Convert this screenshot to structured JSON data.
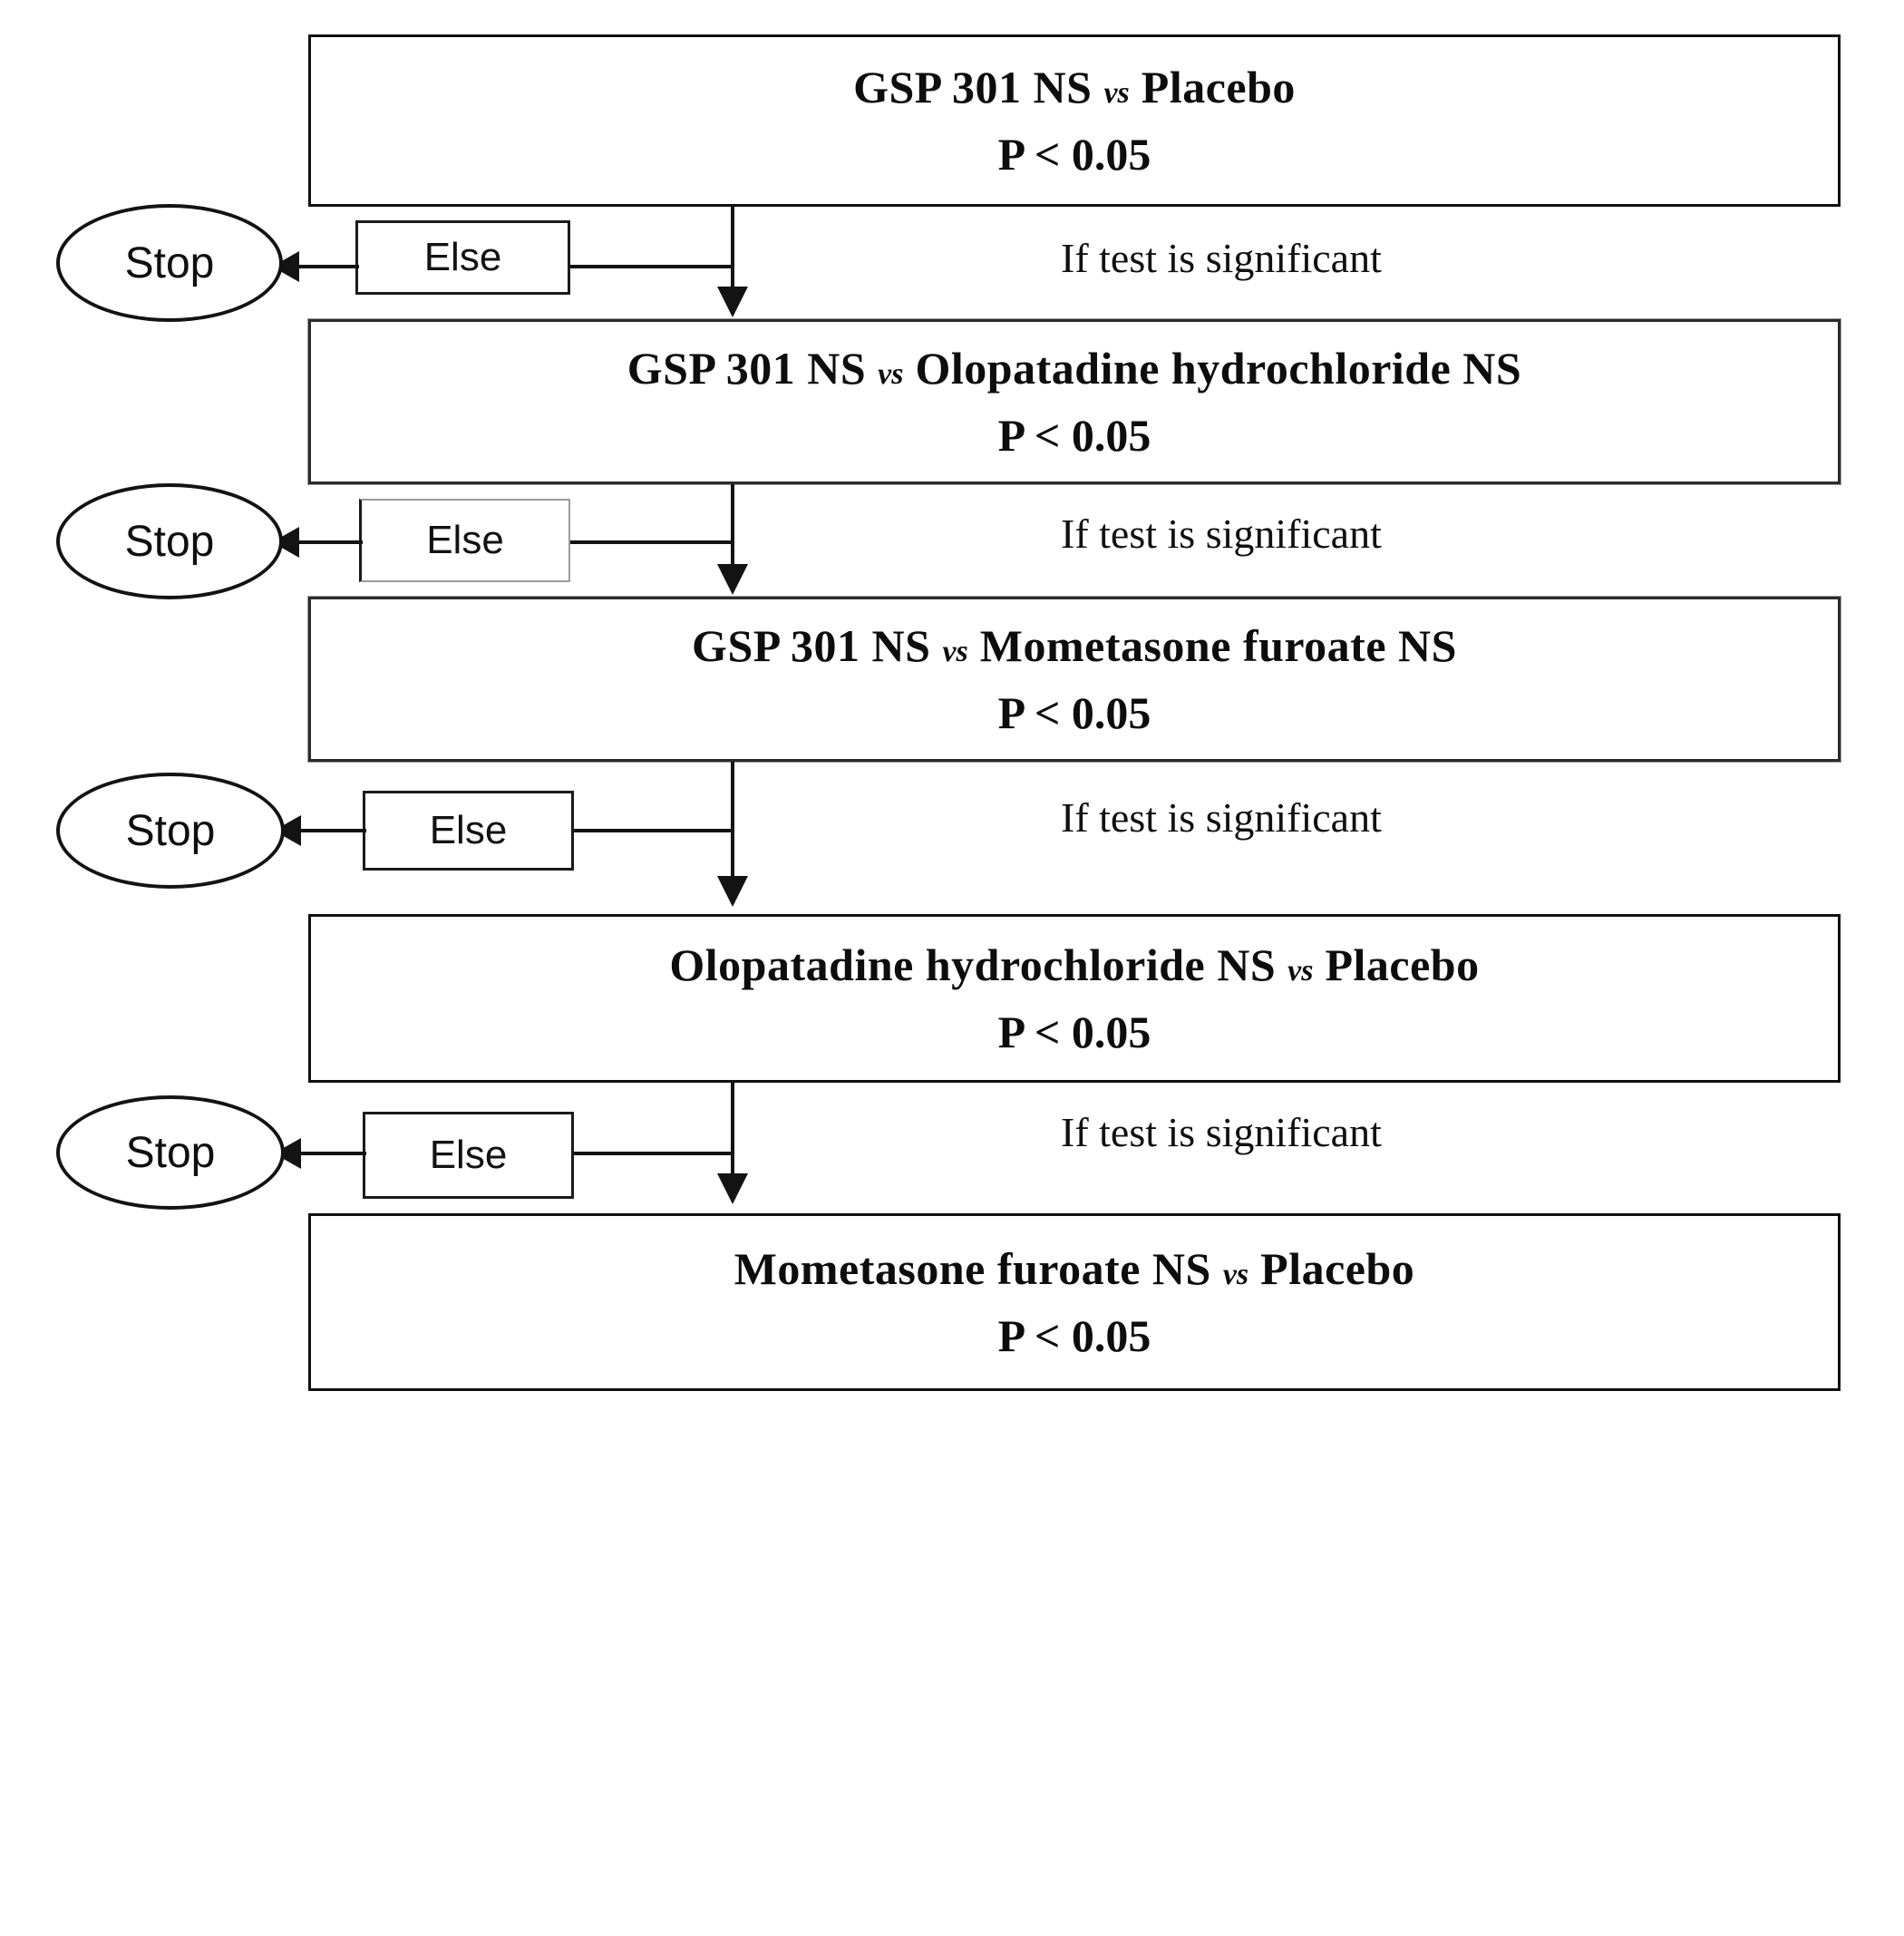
{
  "figure": {
    "type": "flowchart",
    "orientation": "top-to-bottom",
    "description": "Hierarchical statistical testing sequence flowchart"
  },
  "labels": {
    "stop": "Stop",
    "else": "Else",
    "if_significant": "If test is significant",
    "p_value": "P < 0.05",
    "vs": "vs"
  },
  "steps": [
    {
      "id": "step-1",
      "comparison_line1": "GSP 301 NS",
      "comparison_line2": "Placebo",
      "full_text": "GSP 301 NS vs Placebo",
      "p_value": "P < 0.05",
      "branch_true": "If test is significant",
      "branch_false": "Else",
      "terminal": "Stop"
    },
    {
      "id": "step-2",
      "comparison_line1": "GSP 301 NS",
      "comparison_line2": "Olopatadine hydrochloride NS",
      "full_text": "GSP 301 NS vs Olopatadine hydrochloride NS",
      "p_value": "P < 0.05",
      "branch_true": "If test is significant",
      "branch_false": "Else",
      "terminal": "Stop"
    },
    {
      "id": "step-3",
      "comparison_line1": "GSP 301 NS",
      "comparison_line2": "Mometasone furoate NS",
      "full_text": "GSP 301 NS vs Mometasone furoate NS",
      "p_value": "P < 0.05",
      "branch_true": "If test is significant",
      "branch_false": "Else",
      "terminal": "Stop"
    },
    {
      "id": "step-4",
      "comparison_line1": "Olopatadine hydrochloride NS",
      "comparison_line2": "Placebo",
      "full_text": "Olopatadine hydrochloride NS vs Placebo",
      "p_value": "P < 0.05",
      "branch_true": "If test is significant",
      "branch_false": "Else",
      "terminal": "Stop"
    },
    {
      "id": "step-5",
      "comparison_line1": "Mometasone furoate NS",
      "comparison_line2": "Placebo",
      "full_text": "Mometasone furoate NS vs Placebo",
      "p_value": "P < 0.05",
      "branch_true": null,
      "branch_false": null,
      "terminal": null
    }
  ],
  "colors": {
    "stroke": "#131313",
    "text": "#0d0d0d",
    "background": "#ffffff",
    "faint_stroke": "#9b9b9b"
  }
}
